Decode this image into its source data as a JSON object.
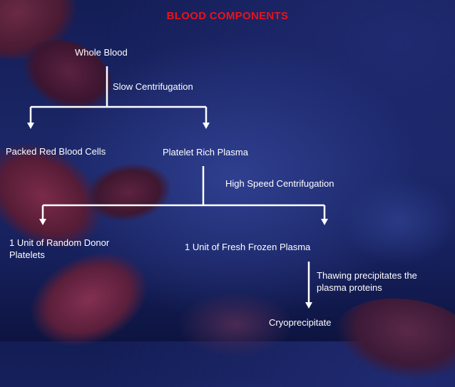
{
  "title": "BLOOD COMPONENTS",
  "nodes": {
    "whole_blood": "Whole Blood",
    "slow_centrifugation": "Slow Centrifugation",
    "packed_rbc": "Packed Red Blood Cells",
    "platelet_rich_plasma": "Platelet Rich Plasma",
    "high_speed_centrifugation": "High Speed Centrifugation",
    "random_donor_platelets": "1 Unit of Random Donor Platelets",
    "ffp": "1 Unit of Fresh Frozen Plasma",
    "thawing": "Thawing  precipitates the plasma proteins",
    "cryoprecipitate": "Cryoprecipitate"
  },
  "colors": {
    "title": "#e8141c",
    "text": "#ffffff",
    "lines": "#ffffff"
  }
}
